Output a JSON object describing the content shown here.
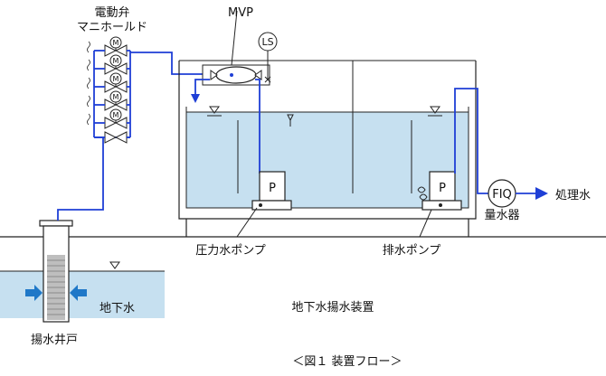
{
  "labels": {
    "valve_manifold_line1": "電動弁",
    "valve_manifold_line2": "マニホールド",
    "mvp": "MVP",
    "level_switch": "LS",
    "pressure_pump": "圧力水ポンプ",
    "drain_pump": "排水ポンプ",
    "pump_symbol": "P",
    "flowmeter_tag": "FIQ",
    "flowmeter": "量水器",
    "treated_water": "処理水",
    "groundwater": "地下水",
    "well": "揚水井戸",
    "system_title": "地下水揚水装置",
    "figure_caption": "＜図１ 装置フロー＞",
    "motor_symbol": "M"
  },
  "colors": {
    "water_fill": "#c6e0f0",
    "pipe_blue": "#1f3fd6",
    "arrow_blue": "#1f78c8",
    "line_dark": "#222222"
  },
  "icons": {
    "water_level": "water-level-triangle-icon",
    "motor_valve": "motor-valve-icon",
    "flow_arrow": "flow-arrow-icon"
  }
}
